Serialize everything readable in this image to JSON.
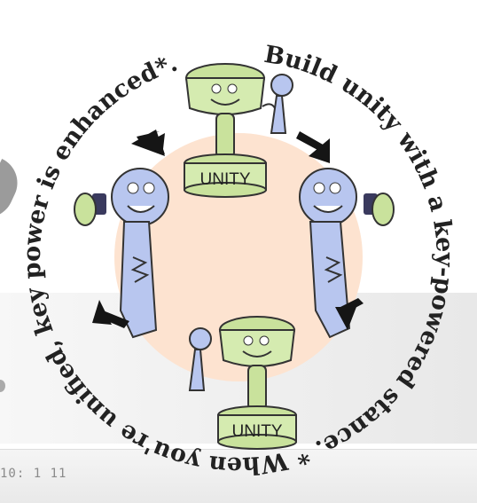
{
  "colors": {
    "circle": "#fde3d0",
    "cup_green": "#d5ebb0",
    "key_blue": "#b8c6ef",
    "arrow": "#151515",
    "text": "#222222"
  },
  "ring_text": "Build unity with a key-powered stance. * When you're unified, key power is enhanced*.",
  "trophies": [
    {
      "base_label": "UNITY"
    },
    {
      "base_label": "UNITY"
    }
  ],
  "code_fragment": "10: 1  11"
}
